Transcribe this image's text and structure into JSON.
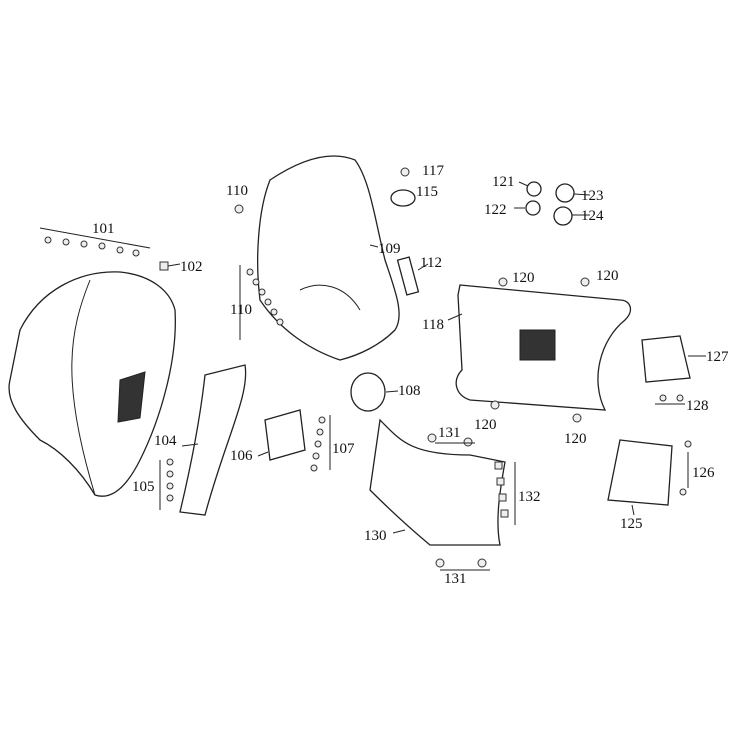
{
  "diagram": {
    "title": "Body panels exploded parts diagram",
    "callouts": [
      "101",
      "102",
      "110",
      "110",
      "109",
      "117",
      "115",
      "112",
      "121",
      "122",
      "123",
      "124",
      "120",
      "120",
      "118",
      "127",
      "128",
      "120",
      "120",
      "108",
      "131",
      "104",
      "106",
      "107",
      "105",
      "132",
      "130",
      "131",
      "126",
      "125"
    ]
  }
}
